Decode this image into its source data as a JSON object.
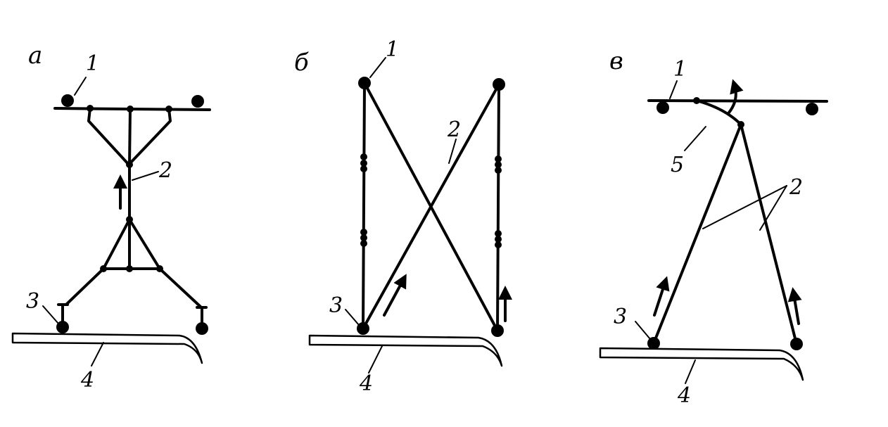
{
  "panels": {
    "a": {
      "letter": "а",
      "labels": {
        "n1": "1",
        "n2": "2",
        "n3": "3",
        "n4": "4"
      }
    },
    "b": {
      "letter": "б",
      "labels": {
        "n1": "1",
        "n2": "2",
        "n3": "3",
        "n4": "4"
      }
    },
    "c": {
      "letter": "в",
      "labels": {
        "n1": "1",
        "n2": "2",
        "n3": "3",
        "n4": "4",
        "n5": "5"
      }
    }
  }
}
